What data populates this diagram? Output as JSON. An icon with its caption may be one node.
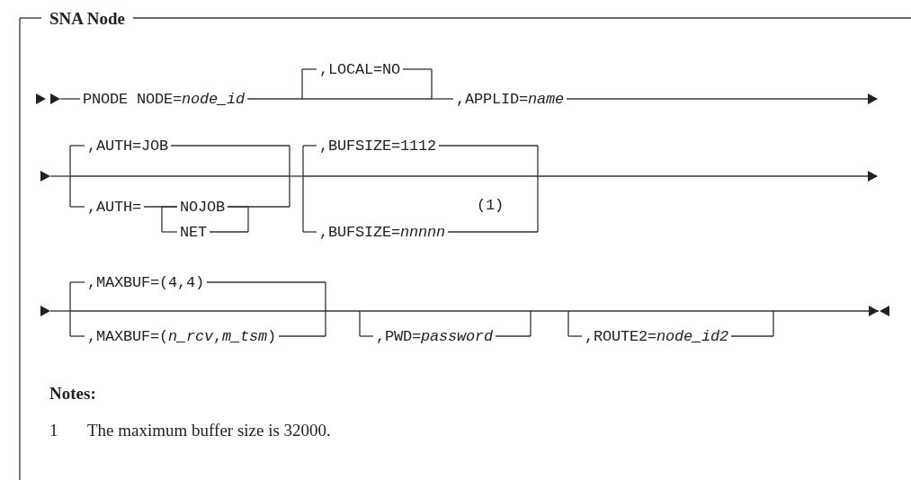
{
  "diagram": {
    "title": "SNA Node",
    "labels": [
      "PNODE NODE=*node_id*",
      ",LOCAL=NO",
      ",APPLID=*name*",
      ",AUTH=JOB",
      ",AUTH=",
      "NOJOB",
      "NET",
      ",BUFSIZE=1112",
      "(1)",
      ",BUFSIZE=*nnnnn*",
      ",MAXBUF=(4,4)",
      ",MAXBUF=(*n_rcv*,*m_tsm*)",
      ",PWD=*password*",
      ",ROUTE2=*node_id2*",
      "Notes:",
      "1",
      "The maximum buffer size is 32000."
    ]
  }
}
